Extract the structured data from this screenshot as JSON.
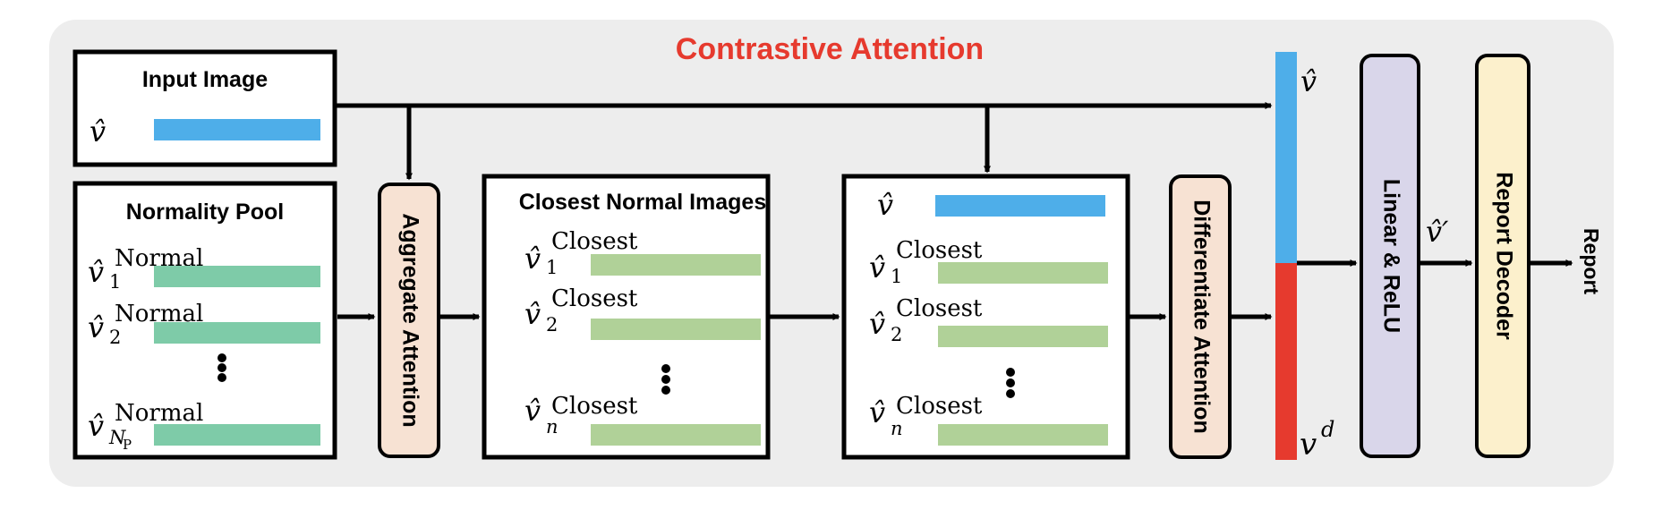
{
  "title": "Contrastive Attention",
  "colors": {
    "title": "#e63a2e",
    "background_panel": "#ededed",
    "blue_bar": "#4eaee9",
    "teal_bar": "#7ecba8",
    "green_bar": "#b0d198",
    "red_bar": "#e63a2e",
    "attention_block": "#f7e2d3",
    "linear_block": "#d9d6ea",
    "decoder_block": "#fcf0cc"
  },
  "input_image": {
    "label": "Input Image",
    "var_base": "v̂"
  },
  "normality_pool": {
    "label": "Normality Pool",
    "var_base": "v̂",
    "superscript": "Normal",
    "rows": [
      {
        "sub": "1"
      },
      {
        "sub": "2"
      },
      {
        "sub": "N",
        "subsub": "P"
      }
    ],
    "ellipsis": "⋮"
  },
  "aggregate_attention": {
    "label": "Aggregate Attention"
  },
  "closest_normal": {
    "label": "Closest Normal Images",
    "var_base": "v̂",
    "superscript": "Closest",
    "rows": [
      {
        "sub": "1"
      },
      {
        "sub": "2"
      },
      {
        "sub": "n"
      }
    ],
    "ellipsis": "⋮"
  },
  "fourth_box": {
    "top_var": "v̂",
    "var_base": "v̂",
    "superscript": "Closest",
    "rows": [
      {
        "sub": "1"
      },
      {
        "sub": "2"
      },
      {
        "sub": "n"
      }
    ],
    "ellipsis": "⋮"
  },
  "differentiate_attention": {
    "label": "Differentiate Attention"
  },
  "concat": {
    "top_label": "v̂",
    "bottom_label": "v",
    "bottom_sup": "d"
  },
  "linear_relu": {
    "label": "Linear & ReLU"
  },
  "v_prime": "v̂′",
  "report_decoder": {
    "label": "Report Decoder"
  },
  "output": {
    "label": "Report"
  }
}
